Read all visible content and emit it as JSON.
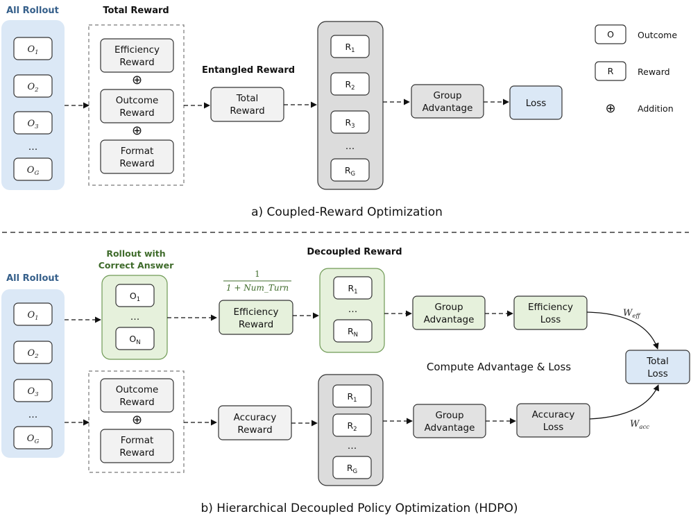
{
  "top": {
    "all_rollout_title": "All Rollout",
    "outcomes": [
      {
        "base": "O",
        "sub": "1"
      },
      {
        "base": "O",
        "sub": "2"
      },
      {
        "base": "O",
        "sub": "3"
      },
      {
        "base": "O",
        "sub": "G"
      }
    ],
    "ellipsis": "…",
    "total_reward_title": "Total Reward",
    "components": [
      [
        "Efficiency",
        "Reward"
      ],
      [
        "Outcome",
        "Reward"
      ],
      [
        "Format",
        "Reward"
      ]
    ],
    "plus": "⊕",
    "entangled_title": "Entangled Reward",
    "total_box": [
      "Total",
      "Reward"
    ],
    "rewards": [
      {
        "base": "R",
        "sub": "1"
      },
      {
        "base": "R",
        "sub": "2"
      },
      {
        "base": "R",
        "sub": "3"
      },
      {
        "base": "R",
        "sub": "G"
      }
    ],
    "group_adv": [
      "Group",
      "Advantage"
    ],
    "loss": "Loss",
    "caption": "a) Coupled-Reward Optimization"
  },
  "legend": [
    {
      "symbol": "O",
      "label": "Outcome"
    },
    {
      "symbol": "R",
      "label": "Reward"
    },
    {
      "symbol": "⊕",
      "label": "Addition"
    }
  ],
  "bottom": {
    "all_rollout_title": "All Rollout",
    "outcomes": [
      {
        "base": "O",
        "sub": "1"
      },
      {
        "base": "O",
        "sub": "2"
      },
      {
        "base": "O",
        "sub": "3"
      },
      {
        "base": "O",
        "sub": "G"
      }
    ],
    "correct_title": [
      "Rollout with",
      "Correct Answer"
    ],
    "correct_outcomes": [
      {
        "base": "O",
        "sub": "1"
      },
      {
        "base": "O",
        "sub": "N"
      }
    ],
    "decoupled_title": "Decoupled Reward",
    "fraction_num": "1",
    "fraction_den": "1 + Num_Turn",
    "eff_reward": [
      "Efficiency",
      "Reward"
    ],
    "eff_rewards": [
      {
        "base": "R",
        "sub": "1"
      },
      {
        "base": "R",
        "sub": "N"
      }
    ],
    "eff_group_adv": [
      "Group",
      "Advantage"
    ],
    "eff_loss": [
      "Efficiency",
      "Loss"
    ],
    "w_eff": {
      "base": "W",
      "sub": "eff"
    },
    "compute_label": "Compute Advantage & Loss",
    "total_loss": [
      "Total",
      "Loss"
    ],
    "components": [
      [
        "Outcome",
        "Reward"
      ],
      [
        "Format",
        "Reward"
      ]
    ],
    "acc_reward": [
      "Accuracy",
      "Reward"
    ],
    "acc_rewards": [
      {
        "base": "R",
        "sub": "1"
      },
      {
        "base": "R",
        "sub": "2"
      },
      {
        "base": "R",
        "sub": "G"
      }
    ],
    "acc_group_adv": [
      "Group",
      "Advantage"
    ],
    "acc_loss": [
      "Accuracy",
      "Loss"
    ],
    "w_acc": {
      "base": "W",
      "sub": "acc"
    },
    "caption": "b) Hierarchical Decoupled Policy Optimization (HDPO)"
  },
  "colors": {
    "blue_panel": "#dbe8f6",
    "green_panel": "#e6f1dc",
    "green_border": "#6f9a55",
    "gray_panel": "#dcdcdc",
    "gray_box": "#e2e2e2",
    "light_box": "#f2f2f2",
    "loss_blue": "#dbe8f6"
  }
}
